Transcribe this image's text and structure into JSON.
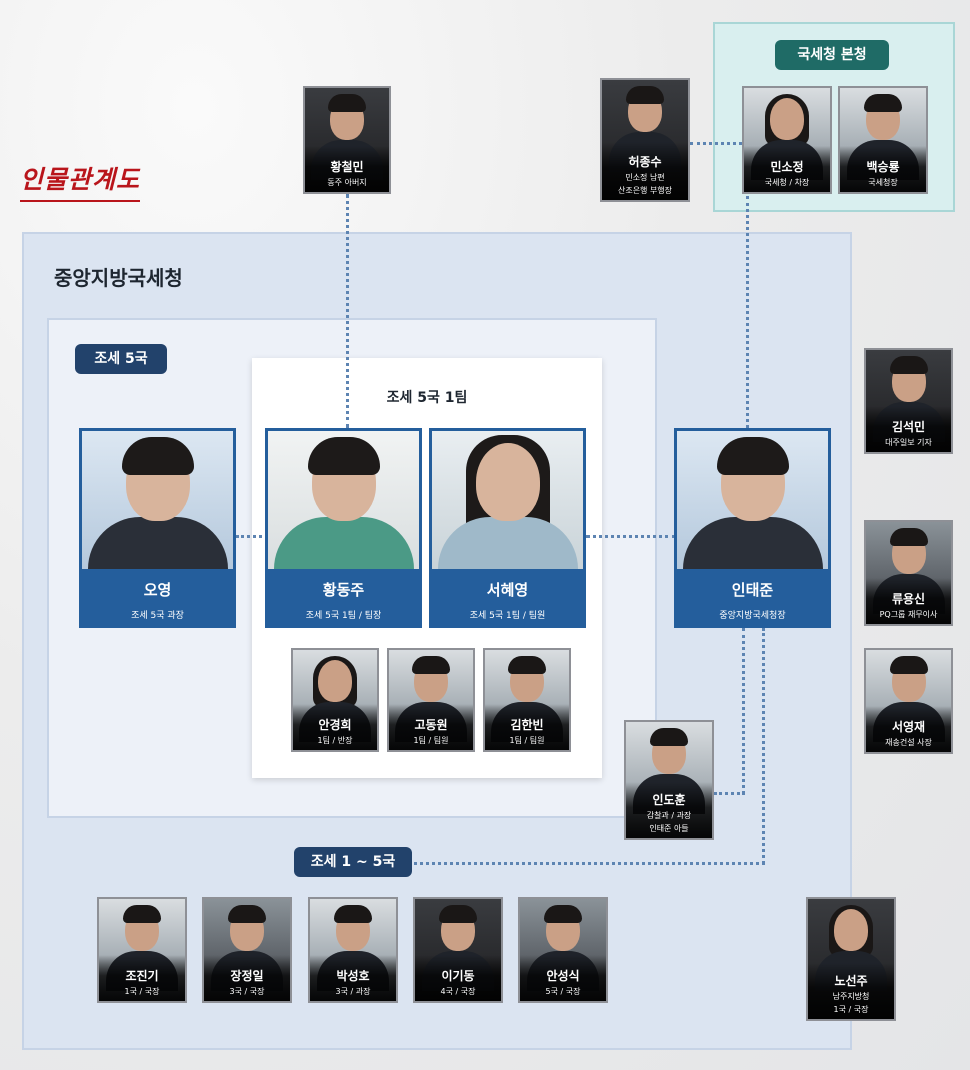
{
  "title": "인물관계도",
  "groups": {
    "hq": "국세청 본청",
    "central": "중앙지방국세청",
    "bureau5": "조세 5국",
    "team1": "조세 5국 1팀",
    "bureaus": "조세 1 ~ 5국"
  },
  "main": [
    {
      "name": "오영",
      "role": "조세 5국 과장"
    },
    {
      "name": "황동주",
      "role": "조세 5국 1팀 / 팀장"
    },
    {
      "name": "서혜영",
      "role": "조세 5국 1팀 / 팀원"
    },
    {
      "name": "인태준",
      "role": "중앙지방국세청장"
    }
  ],
  "team": [
    {
      "name": "안경희",
      "role": "1팀 / 반장"
    },
    {
      "name": "고동원",
      "role": "1팀 / 팀원"
    },
    {
      "name": "김한빈",
      "role": "1팀 / 팀원"
    }
  ],
  "top": [
    {
      "name": "황철민",
      "role": "동주 아버지"
    },
    {
      "name": "허종수",
      "role": "민소정 남편",
      "role2": "산조은행 부행장"
    },
    {
      "name": "민소정",
      "role": "국세청 / 차장"
    },
    {
      "name": "백승룡",
      "role": "국세청장"
    }
  ],
  "right": [
    {
      "name": "김석민",
      "role": "대주일보 기자"
    },
    {
      "name": "류용신",
      "role": "PQ그룹 재무이사"
    },
    {
      "name": "서영재",
      "role": "재송건설 사장"
    }
  ],
  "indohun": {
    "name": "인도훈",
    "role": "감찰과 / 과장",
    "role2": "인태준 아들"
  },
  "chiefs": [
    {
      "name": "조진기",
      "role": "1국 / 국장"
    },
    {
      "name": "장정일",
      "role": "3국 / 국장"
    },
    {
      "name": "박성호",
      "role": "3국 / 과장"
    },
    {
      "name": "이기동",
      "role": "4국 / 국장"
    },
    {
      "name": "안성식",
      "role": "5국 / 국장"
    }
  ],
  "noseonju": {
    "name": "노선주",
    "role": "남주지방청",
    "role2": "1국 / 국장"
  }
}
